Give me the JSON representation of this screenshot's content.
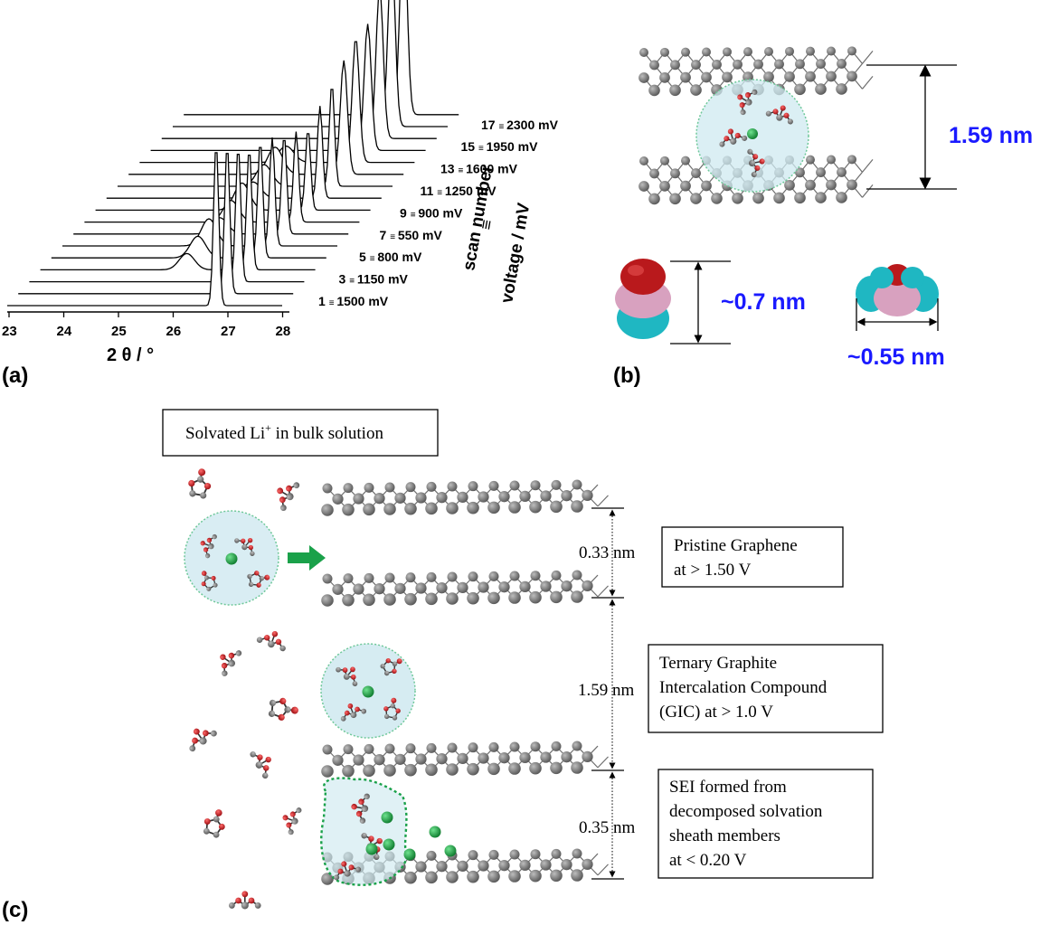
{
  "panel_a": {
    "label": "(a)",
    "x_axis_title": "2 θ / °",
    "x_ticks": [
      "23",
      "24",
      "25",
      "26",
      "27",
      "28"
    ],
    "side_title_1": "scan number",
    "side_equiv": "≡",
    "side_title_2": "voltage / mV",
    "scans": [
      {
        "scan": "1",
        "voltage": "1500 mV"
      },
      {
        "scan": "3",
        "voltage": "1150 mV"
      },
      {
        "scan": "5",
        "voltage": "800 mV"
      },
      {
        "scan": "7",
        "voltage": "550 mV"
      },
      {
        "scan": "9",
        "voltage": "900 mV"
      },
      {
        "scan": "11",
        "voltage": "1250 mV"
      },
      {
        "scan": "13",
        "voltage": "1600 mV"
      },
      {
        "scan": "15",
        "voltage": "1950 mV"
      },
      {
        "scan": "17",
        "voltage": "2300 mV"
      }
    ],
    "scan_sep": "≡"
  },
  "panel_b": {
    "label": "(b)",
    "interlayer": "1.59 nm",
    "molecule_height": "~0.7 nm",
    "molecule_width": "~0.55 nm",
    "colors": {
      "dimension_text": "#1a1aff",
      "sphere": "#d4ecf4",
      "li": "#139b3a",
      "oxygen": "#c0181e",
      "carbon": "#8a8a8a"
    }
  },
  "panel_c": {
    "label": "(c)",
    "bulk_label_prefix": "Solvated Li",
    "bulk_label_sup": "+",
    "bulk_label_suffix": " in bulk solution",
    "spacing_1": "0.33 nm",
    "spacing_2": "1.59 nm",
    "spacing_3": "0.35 nm",
    "box_1": [
      "Pristine Graphene",
      "at > 1.50 V"
    ],
    "box_2": [
      "Ternary Graphite",
      "Intercalation Compound",
      "(GIC) at > 1.0 V"
    ],
    "box_3": [
      "SEI formed from",
      "decomposed solvation",
      "sheath members",
      "at < 0.20 V"
    ]
  }
}
